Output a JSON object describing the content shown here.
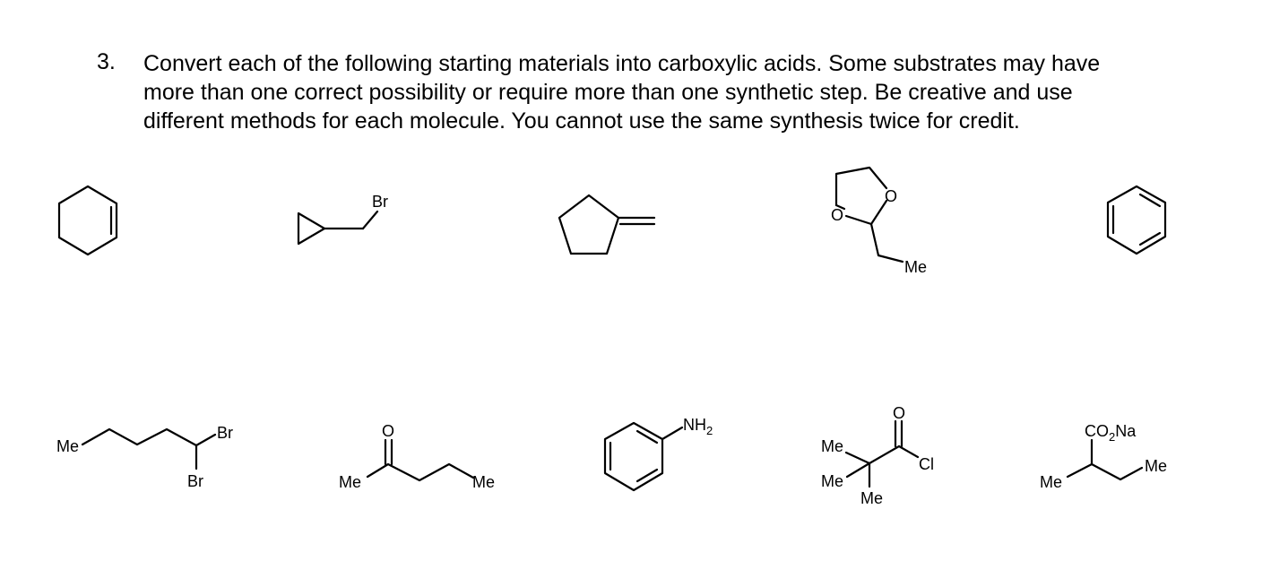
{
  "question": {
    "number": "3.",
    "lines": [
      "Convert each of the following starting materials into carboxylic acids. Some substrates may have",
      "more than one correct possibility or require more than one synthetic step. Be creative and use",
      "different methods for each molecule. You cannot use the same synthesis twice for credit."
    ]
  },
  "labels": {
    "br": "Br",
    "o": "O",
    "me": "Me",
    "nh": "NH",
    "sub2": "2",
    "co": "CO",
    "na": "Na",
    "cl": "Cl"
  }
}
